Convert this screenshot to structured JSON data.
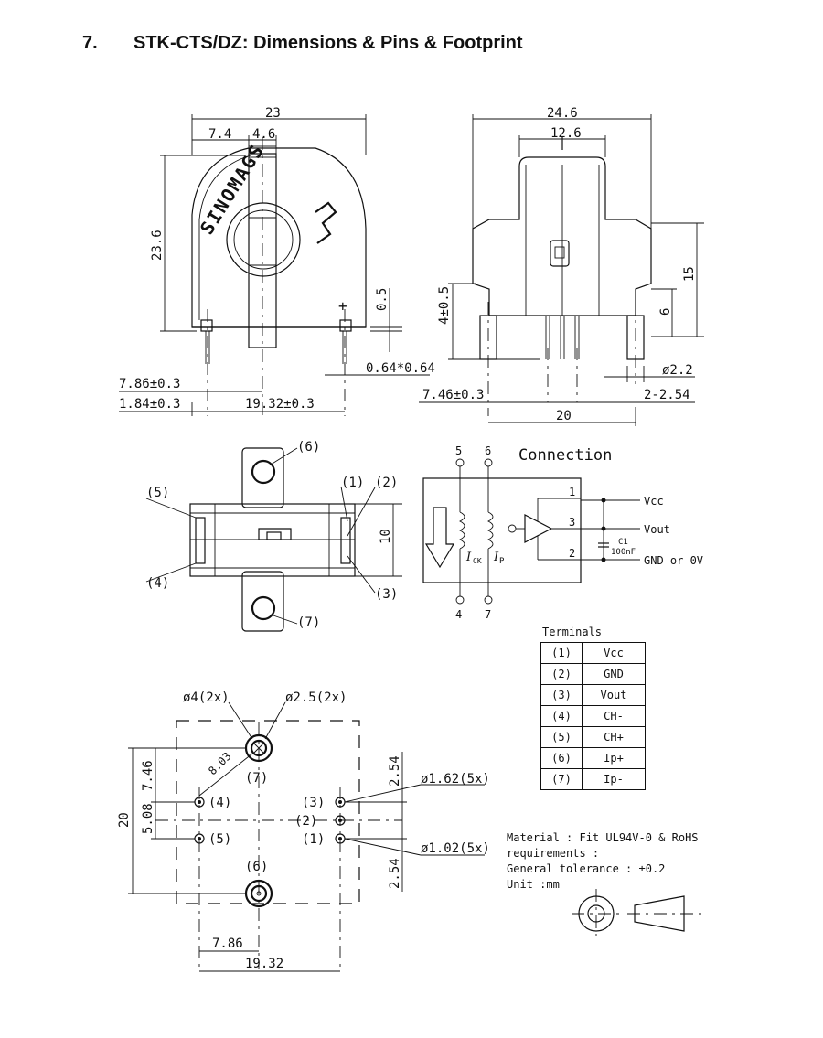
{
  "heading": {
    "number": "7.",
    "title": "STK-CTS/DZ: Dimensions & Pins & Footprint"
  },
  "front_view": {
    "dims": {
      "width": "23",
      "left": "7.4",
      "slot": "4.6",
      "height": "23.6",
      "lead": "0.5",
      "pin_off": "7.86±0.3",
      "pin_edge": "1.84±0.3",
      "pitch": "19.32±0.3",
      "pin_size": "0.64*0.64"
    },
    "logo_text": "SINOMAGS",
    "plus_mark": "+"
  },
  "side_view": {
    "dims": {
      "width": "24.6",
      "slot": "12.6",
      "height": "15",
      "pin_len": "6",
      "lead": "4±0.5",
      "dia": "ø2.2",
      "offset": "7.46±0.3",
      "pins_pitch": "2-2.54",
      "span": "20"
    }
  },
  "bottom_view": {
    "labels": {
      "p6": "(6)",
      "p7": "(7)",
      "p5": "(5)",
      "p4": "(4)",
      "p1": "(1)",
      "p2": "(2)",
      "p3": "(3)",
      "height": "10"
    }
  },
  "connection": {
    "title": "Connection",
    "pins": {
      "top_left": "5",
      "top_right": "6",
      "bottom_left": "4",
      "bottom_right": "7"
    },
    "node_labels": {
      "n1": "1",
      "n3": "3",
      "n2": "2"
    },
    "outputs": {
      "vcc": "Vcc",
      "vout": "Vout",
      "gnd": "GND or 0V"
    },
    "cap": {
      "name": "C1",
      "value": "100nF"
    },
    "currents": {
      "ick": "I",
      "ick_sub": "CK",
      "ip": "I",
      "ip_sub": "P"
    }
  },
  "terminals": {
    "title": "Terminals",
    "rows": [
      {
        "pin": "(1)",
        "name": "Vcc"
      },
      {
        "pin": "(2)",
        "name": "GND"
      },
      {
        "pin": "(3)",
        "name": "Vout"
      },
      {
        "pin": "(4)",
        "name": "CH-"
      },
      {
        "pin": "(5)",
        "name": "CH+"
      },
      {
        "pin": "(6)",
        "name": "Ip+"
      },
      {
        "pin": "(7)",
        "name": "Ip-"
      }
    ]
  },
  "footprint": {
    "labels": {
      "hole_big": "ø4(2x)",
      "hole_small": "ø2.5(2x)",
      "diag": "8.03",
      "p7": "(7)",
      "p6": "(6)",
      "p4": "(4)",
      "p5": "(5)",
      "p3": "(3)",
      "p2": "(2)",
      "p1": "(1)",
      "d_pad": "ø1.62(5x)",
      "d_drill": "ø1.02(5x)",
      "v1": "7.46",
      "v2": "5.08",
      "height": "20",
      "pitch_top": "2.54",
      "pitch_bot": "2.54",
      "x1": "7.86",
      "x2": "19.32"
    }
  },
  "notes": {
    "line1": "Material : Fit UL94V-0 & RoHS",
    "line2": "requirements :",
    "line3": "General tolerance : ±0.2",
    "line4": "Unit :mm"
  }
}
